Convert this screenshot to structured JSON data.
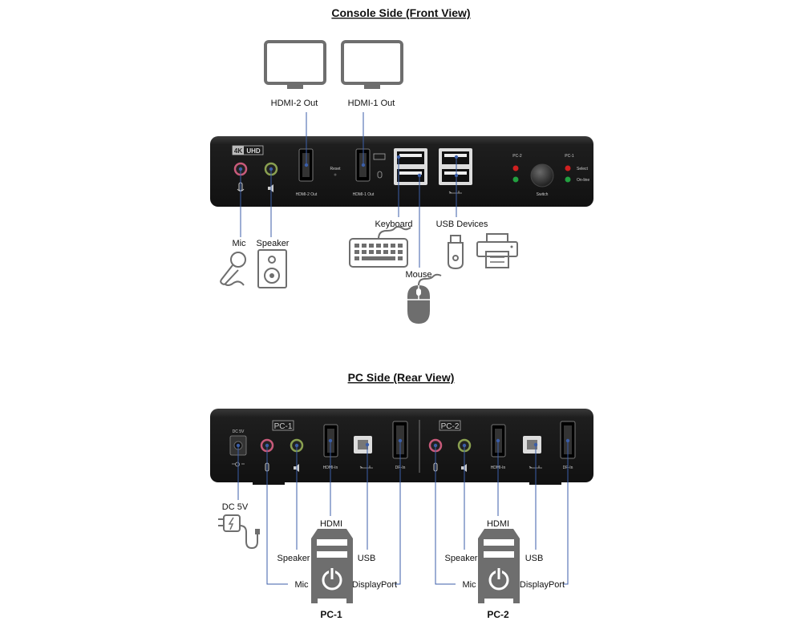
{
  "front": {
    "title": "Console Side (Front View)",
    "badge_4k": "4K",
    "badge_uhd": "UHD",
    "panel_reset": "Reset",
    "panel_hdmi2": "HDMI-2 Out",
    "panel_hdmi1": "HDMI-1 Out",
    "panel_pc2": "PC-2",
    "panel_pc1": "PC-1",
    "panel_switch": "Switch",
    "panel_select": "Select",
    "panel_online": "On-line",
    "label_hdmi2_out": "HDMI-2 Out",
    "label_hdmi1_out": "HDMI-1 Out",
    "label_keyboard": "Keyboard",
    "label_usb_devices": "USB Devices",
    "label_mic": "Mic",
    "label_speaker": "Speaker",
    "label_mouse": "Mouse"
  },
  "rear": {
    "title": "PC Side (Rear View)",
    "panel_dc5v": "DC 5V",
    "box_pc1": "PC-1",
    "box_pc2": "PC-2",
    "panel_hdmi_in": "HDMI-In",
    "panel_dp_in": "DP-In",
    "label_dc5v": "DC 5V",
    "pc1": {
      "label_hdmi": "HDMI",
      "label_speaker": "Speaker",
      "label_usb": "USB",
      "label_mic": "Mic",
      "label_displayport": "DisplayPort",
      "name": "PC-1"
    },
    "pc2": {
      "label_hdmi": "HDMI",
      "label_speaker": "Speaker",
      "label_usb": "USB",
      "label_mic": "Mic",
      "label_displayport": "DisplayPort",
      "name": "PC-2"
    }
  },
  "colors": {
    "wire": "#3b5ea8",
    "device_body": "#1e1e1e",
    "icon_gray": "#6e6e6e",
    "led_red": "#d02020",
    "led_green": "#22a040",
    "mic_jack": "#c85a7a",
    "speaker_jack": "#8aa050"
  }
}
